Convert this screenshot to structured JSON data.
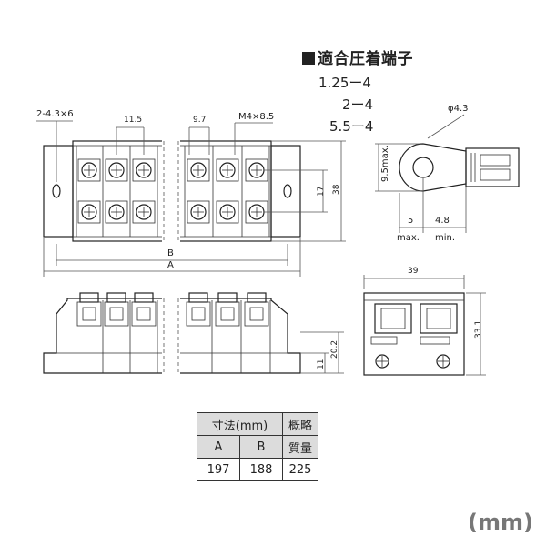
{
  "terminal_spec": {
    "title": "適合圧着端子",
    "sizes": [
      "1.25ー4",
      "2ー4",
      "5.5ー4"
    ]
  },
  "dimensions": {
    "mount_holes": "2-4.3×6",
    "pitch": "11.5",
    "screw_width": "9.7",
    "screw": "M4×8.5",
    "row_spacing": "17",
    "body_height": "38",
    "length_b": "B",
    "length_a": "A",
    "side_width": "39",
    "side_height": "33.1",
    "foot_height": "20.2",
    "base_height": "11",
    "lug_hole": "φ4.3",
    "lug_width": "9.5max.",
    "lug_tip_value": "5",
    "lug_tip_label": "max.",
    "lug_barrel_value": "4.8",
    "lug_barrel_label": "min."
  },
  "table": {
    "h_dims": "寸法(mm)",
    "h_mass_1": "概略",
    "h_mass_2": "質量",
    "h_a": "A",
    "h_b": "B",
    "v_a": "197",
    "v_b": "188",
    "v_mass": "225"
  },
  "unit": "(mm)"
}
